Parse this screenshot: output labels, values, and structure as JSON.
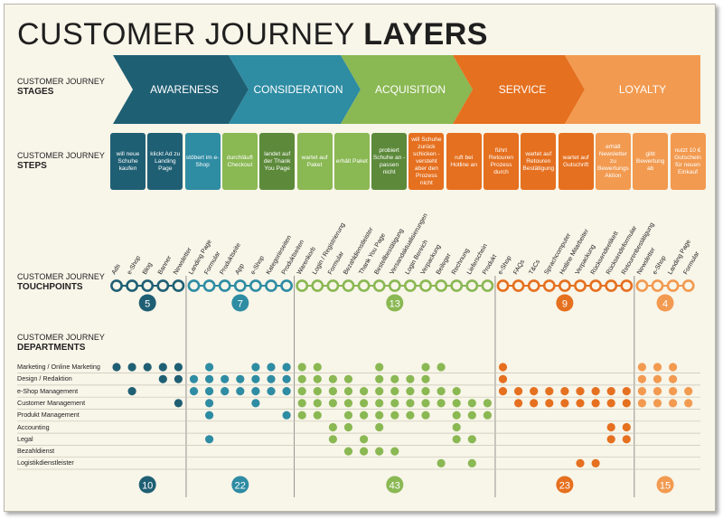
{
  "title": {
    "regular": "CUSTOMER JOURNEY",
    "bold": "LAYERS"
  },
  "row_labels": {
    "stages": {
      "line1": "CUSTOMER JOURNEY",
      "line2": "STAGES"
    },
    "steps": {
      "line1": "CUSTOMER JOURNEY",
      "line2": "STEPS"
    },
    "touchpoints": {
      "line1": "CUSTOMER JOURNEY",
      "line2": "TOUCHPOINTS"
    },
    "departments": {
      "line1": "CUSTOMER JOURNEY",
      "line2": "DEPARTMENTS"
    }
  },
  "colors": {
    "awareness": "#1f5f74",
    "consideration": "#2e8ca3",
    "acquisition": "#8ab853",
    "acquisition_dark": "#5c8a3a",
    "service": "#e5701f",
    "loyalty": "#f29a50"
  },
  "stages": [
    {
      "label": "AWARENESS",
      "color": "#1f5f74"
    },
    {
      "label": "CONSIDERATION",
      "color": "#2e8ca3"
    },
    {
      "label": "ACQUISITION",
      "color": "#8ab853"
    },
    {
      "label": "SERVICE",
      "color": "#e5701f"
    },
    {
      "label": "LOYALTY",
      "color": "#f29a50"
    }
  ],
  "steps": [
    {
      "text": "will neue Schuhe kaufen",
      "color": "#1f5f74"
    },
    {
      "text": "klickt Ad zu Landing Page",
      "color": "#1f5f74"
    },
    {
      "text": "stöbert im e-Shop",
      "color": "#2e8ca3"
    },
    {
      "text": "durchläuft Checkout",
      "color": "#8ab853"
    },
    {
      "text": "landet auf der Thank You Page",
      "color": "#5c8a3a"
    },
    {
      "text": "wartet auf Paket",
      "color": "#8ab853"
    },
    {
      "text": "erhält Paket",
      "color": "#8ab853"
    },
    {
      "text": "probiert Schuhe an - passen nicht",
      "color": "#5c8a3a"
    },
    {
      "text": "will Schuhe zurück schicken - versteht aber den Prozess nicht",
      "color": "#e5701f"
    },
    {
      "text": "ruft bei Hotline an",
      "color": "#e5701f"
    },
    {
      "text": "führt Retouren Prozess durch",
      "color": "#e5701f"
    },
    {
      "text": "wartet auf Retouren Bestätigung",
      "color": "#e5701f"
    },
    {
      "text": "wartet auf Gutschrift",
      "color": "#e5701f"
    },
    {
      "text": "erhält Newsletter zu Bewertungs Aktion",
      "color": "#f29a50"
    },
    {
      "text": "gibt Bewertung ab",
      "color": "#f29a50"
    },
    {
      "text": "nutzt 10 € Gutschein für neuen Einkauf",
      "color": "#f29a50"
    }
  ],
  "touchpoints": [
    {
      "label": "Ads",
      "stage": 0
    },
    {
      "label": "e-Shop",
      "stage": 0
    },
    {
      "label": "Blog",
      "stage": 0
    },
    {
      "label": "Banner",
      "stage": 0
    },
    {
      "label": "Newsletter",
      "stage": 0
    },
    {
      "label": "Landing Page",
      "stage": 1
    },
    {
      "label": "Formular",
      "stage": 1
    },
    {
      "label": "Produktseite",
      "stage": 1
    },
    {
      "label": "App",
      "stage": 1
    },
    {
      "label": "e-Shop",
      "stage": 1
    },
    {
      "label": "Kategorieseiten",
      "stage": 1
    },
    {
      "label": "Produktseiten",
      "stage": 1
    },
    {
      "label": "Warenkorb",
      "stage": 2
    },
    {
      "label": "Login / Registrierung",
      "stage": 2
    },
    {
      "label": "Formular",
      "stage": 2
    },
    {
      "label": "Bezahldienstleister",
      "stage": 2
    },
    {
      "label": "Thank You Page",
      "stage": 2
    },
    {
      "label": "Bestellbestätigung",
      "stage": 2
    },
    {
      "label": "Versandaktualisierungen",
      "stage": 2
    },
    {
      "label": "Login Bereich",
      "stage": 2
    },
    {
      "label": "Verpackung",
      "stage": 2
    },
    {
      "label": "Beileger",
      "stage": 2
    },
    {
      "label": "Rechnung",
      "stage": 2
    },
    {
      "label": "Lieferschein",
      "stage": 2
    },
    {
      "label": "Produkt",
      "stage": 2
    },
    {
      "label": "e-Shop",
      "stage": 3
    },
    {
      "label": "FAQs",
      "stage": 3
    },
    {
      "label": "T&Cs",
      "stage": 3
    },
    {
      "label": "Sprachcomputer",
      "stage": 3
    },
    {
      "label": "Hotline Mitarbeiter",
      "stage": 3
    },
    {
      "label": "Verpackung",
      "stage": 3
    },
    {
      "label": "Rücksendeetikett",
      "stage": 3
    },
    {
      "label": "Rücksendeformular",
      "stage": 3
    },
    {
      "label": "Retourenbestätigung",
      "stage": 3
    },
    {
      "label": "Newsletter",
      "stage": 4
    },
    {
      "label": "e-Shop",
      "stage": 4
    },
    {
      "label": "Landing Page",
      "stage": 4
    },
    {
      "label": "Formular",
      "stage": 4
    }
  ],
  "touchpoint_counts": [
    "5",
    "7",
    "13",
    "9",
    "4"
  ],
  "departments": [
    "Marketing / Online Marketing",
    "Design / Redaktion",
    "e-Shop Management",
    "Customer Management",
    "Produkt Management",
    "Accounting",
    "Legal",
    "Bezahldienst",
    "Logistikdienstleister"
  ],
  "department_counts": [
    "10",
    "22",
    "43",
    "23",
    "15"
  ],
  "matrix": [
    [
      0,
      1,
      2,
      3,
      4,
      6,
      9,
      10,
      11,
      12,
      13,
      17,
      20,
      21,
      25,
      34,
      35,
      36
    ],
    [
      3,
      4,
      5,
      6,
      7,
      8,
      9,
      10,
      11,
      12,
      13,
      14,
      15,
      17,
      18,
      19,
      20,
      25,
      34,
      35,
      36
    ],
    [
      1,
      5,
      6,
      7,
      8,
      9,
      10,
      11,
      12,
      13,
      14,
      15,
      16,
      17,
      18,
      19,
      20,
      21,
      22,
      25,
      26,
      27,
      28,
      29,
      30,
      31,
      32,
      33,
      34,
      35,
      36,
      37
    ],
    [
      4,
      6,
      9,
      12,
      13,
      14,
      15,
      16,
      17,
      18,
      19,
      20,
      21,
      22,
      23,
      24,
      26,
      27,
      28,
      29,
      30,
      31,
      32,
      33,
      34,
      35,
      36,
      37
    ],
    [
      6,
      11,
      12,
      13,
      15,
      16,
      17,
      18,
      19,
      20,
      22,
      23,
      24
    ],
    [
      14,
      15,
      17,
      22,
      32,
      33
    ],
    [
      6,
      14,
      16,
      22,
      23,
      32,
      33
    ],
    [
      15,
      16,
      17,
      18
    ],
    [
      21,
      23,
      30,
      31
    ]
  ]
}
